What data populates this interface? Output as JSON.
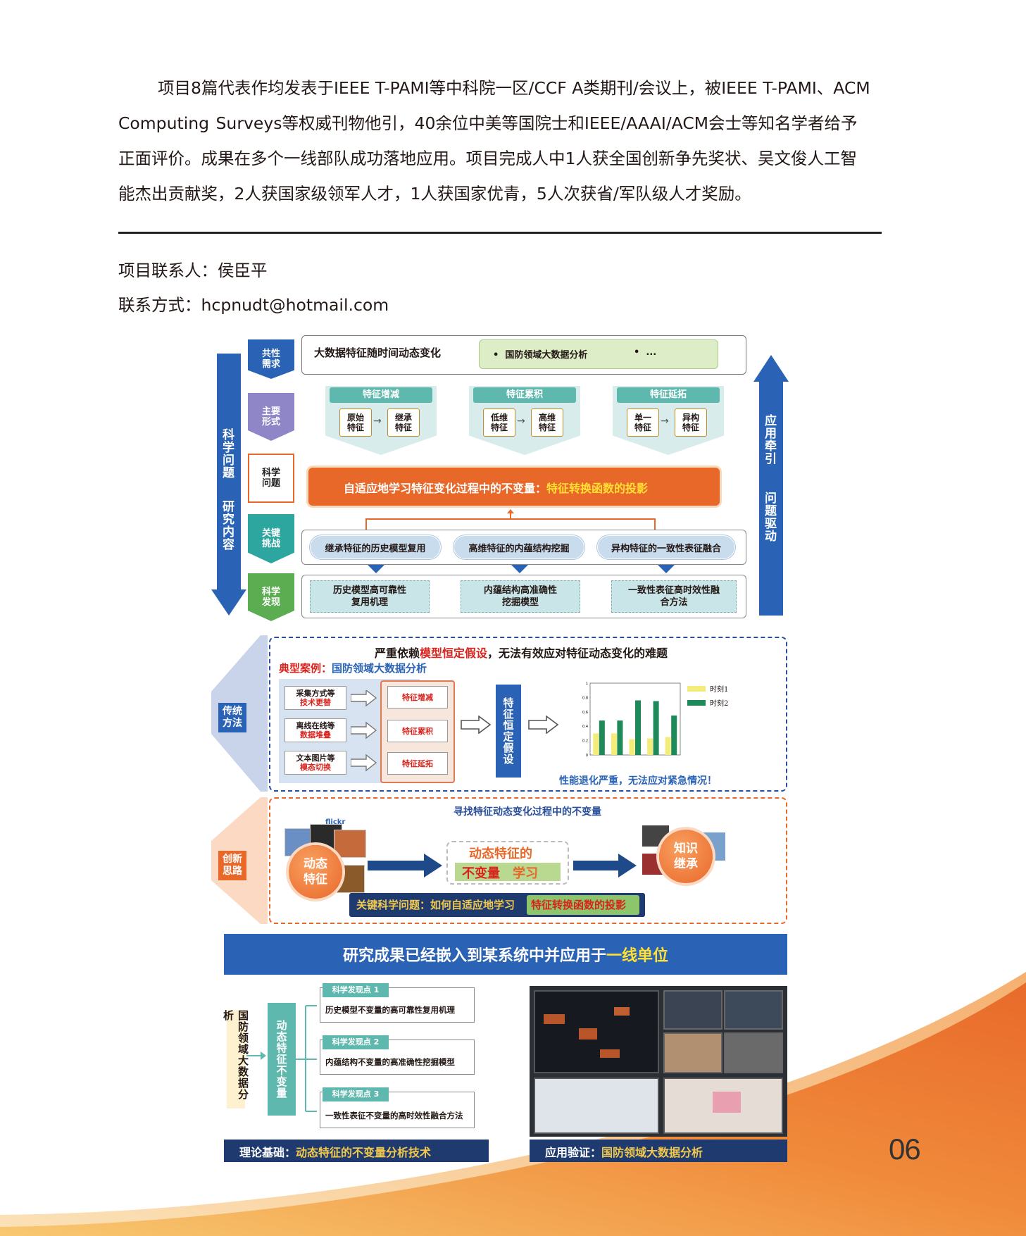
{
  "paragraph": {
    "lines": [
      "项目8篇代表作均发表于IEEE T-PAMI等中科院一区/CCF A类期刊/会议上，被IEEE T-PAMI、ACM",
      "Computing    Surveys等权威刊物他引，40余位中美等国院士和IEEE/AAAI/ACM会士等知名学者给予",
      "正面评价。成果在多个一线部队成功落地应用。项目完成人中1人获全国创新争先奖状、吴文俊人工智",
      "能杰出贡献奖，2人获国家级领军人才，1人获国家优青，5人次获省/军队级人才奖励。"
    ]
  },
  "contact": {
    "person": "项目联系人：侯臣平",
    "method": "联系方式：hcpnudt@hotmail.com"
  },
  "page_number": "06",
  "colors": {
    "teal": "#5fb8ad",
    "navy": "#1e3a6e",
    "blue": "#2a5fae",
    "orange": "#e8682a",
    "swoosh": "#f0a030"
  },
  "figure": {
    "left_arrow": {
      "top": "科学问题",
      "bottom": "研究内容"
    },
    "right_arrow": {
      "top": "应用牵引",
      "bottom": "问题驱动"
    },
    "stages": [
      {
        "label": "共性需求"
      },
      {
        "label": "主要形式"
      },
      {
        "label": "科学问题"
      },
      {
        "label": "关键挑战"
      },
      {
        "label": "科学发现"
      }
    ],
    "needs": {
      "main": "大数据特征随时间动态变化",
      "item1": "国防领域大数据分析",
      "item2": "..."
    },
    "forms": [
      {
        "title": "特征增减",
        "a": "原始特征",
        "b": "继承特征"
      },
      {
        "title": "特征累积",
        "a": "低维特征",
        "b": "高维特征"
      },
      {
        "title": "特征延拓",
        "a": "单一特征",
        "b": "异构特征"
      }
    ],
    "sci_problem": {
      "text": "自适应地学习特征变化过程中的不变量：",
      "highlight": "特征转换函数的投影"
    },
    "challenges": [
      "继承特征的历史模型复用",
      "高维特征的内蕴结构挖掘",
      "异构特征的一致性表征融合"
    ],
    "findings": [
      "历史模型高可靠性复用机理",
      "内蕴结构高准确性挖掘模型",
      "一致性表征高时效性融合方法"
    ],
    "traditional": {
      "side_label": "传统方法",
      "headline_a": "严重依赖",
      "headline_red": "模型恒定假设",
      "headline_b": "，无法有效应对特征动态变化的难题",
      "case_label": "典型案例：",
      "case_value": "国防领域大数据分析",
      "sources": [
        {
          "top": "采集方式等",
          "red": "技术更替"
        },
        {
          "top": "离线在线等",
          "red": "数据堆叠"
        },
        {
          "top": "文本图片等",
          "red": "模态切换"
        }
      ],
      "types": [
        "特征增减",
        "特征累积",
        "特征延拓"
      ],
      "assumption": "特征恒定假设",
      "legend": [
        "时刻1",
        "时刻2"
      ],
      "conclusion": "性能退化严重，无法应对紧急情况！"
    },
    "innovation": {
      "side_label": "创新思路",
      "top_text": "寻找特征动态变化过程中的不变量",
      "flickr": "flickr",
      "left_circle": "动态特征",
      "center_a": "动态特征的",
      "center_b": "不变量",
      "center_c": "学习",
      "right_circle": "知识继承",
      "bottom_a": "关键科学问题：如何自适应地学习",
      "bottom_b": "特征转换函数的投影"
    },
    "results": {
      "banner_a": "研究成果已经嵌入到某系统中并应用于",
      "banner_b": "一线单位",
      "left_vertical": "国防领域大数据分析",
      "mid_vertical": "动态特征不变量",
      "discoveries": [
        {
          "tag": "科学发现点 1",
          "text": "历史模型不变量的高可靠性复用机理"
        },
        {
          "tag": "科学发现点 2",
          "text": "内蕴结构不变量的高准确性挖掘模型"
        },
        {
          "tag": "科学发现点 3",
          "text": "一致性表征不变量的高时效性融合方法"
        }
      ],
      "footer_left_a": "理论基础：",
      "footer_left_b": "动态特征的不变量分析技术",
      "footer_right_a": "应用验证：",
      "footer_right_b": "国防领域大数据分析"
    }
  },
  "chart_data": {
    "type": "bar",
    "legend": [
      "时刻1",
      "时刻2"
    ],
    "ylim": [
      0,
      1
    ],
    "yticks": [
      "0",
      "0.2",
      "0.4",
      "0.6",
      "0.8",
      "1"
    ],
    "groups": [
      {
        "t1": 0.3,
        "t2": 0.48
      },
      {
        "t1": 0.3,
        "t2": 0.48
      },
      {
        "t1": 0.22,
        "t2": 0.76
      },
      {
        "t1": 0.23,
        "t2": 0.75
      },
      {
        "t1": 0.25,
        "t2": 0.55
      }
    ]
  }
}
